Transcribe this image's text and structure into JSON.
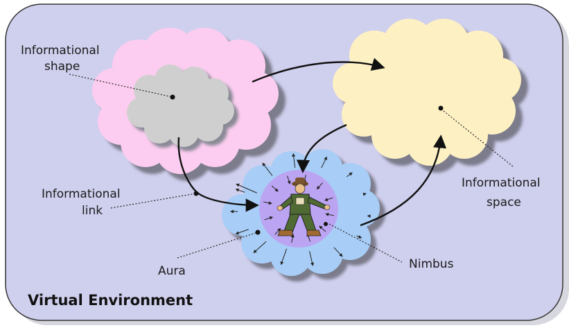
{
  "diagram": {
    "title": "Virtual Environment",
    "labels": {
      "informational_shape_line1": "Informational",
      "informational_shape_line2": "shape",
      "informational_link_line1": "Informational",
      "informational_link_line2": "link",
      "informational_space_line1": "Informational",
      "informational_space_line2": "space",
      "aura": "Aura",
      "nimbus": "Nimbus"
    },
    "colors": {
      "background": "#cfcfee",
      "pink_cloud": "#fccdf0",
      "gray_cloud": "#cfcfcf",
      "yellow_cloud": "#fdf1c4",
      "aura": "#a8cdf6",
      "nimbus": "#bba4f2",
      "shadow": "#7c7c8c"
    },
    "icons": [
      "person-figure"
    ]
  }
}
